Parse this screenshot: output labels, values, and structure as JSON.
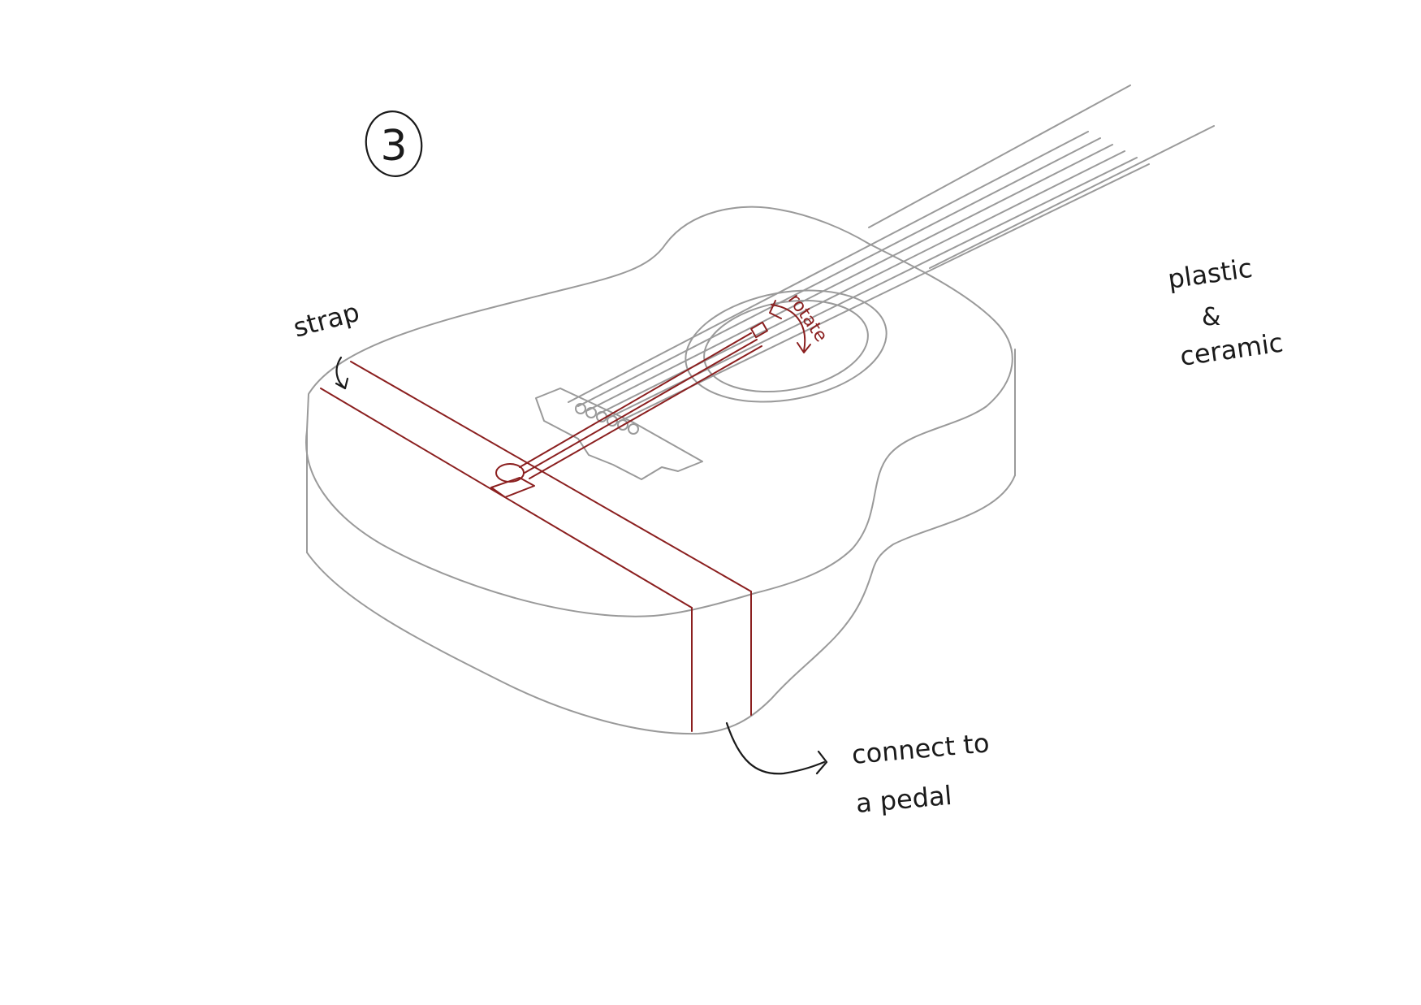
{
  "sketch": {
    "number": "3",
    "labels": {
      "strap": "strap",
      "material_line1": "plastic",
      "material_line2": "&",
      "material_line3": "ceramic",
      "connect_line1": "connect to",
      "connect_line2": "a pedal",
      "rotate": "rotate"
    },
    "colors": {
      "outline": "#9a9a9a",
      "annotation_red": "#8b1f1f",
      "ink": "#1a1a1a",
      "background": "#ffffff"
    }
  }
}
